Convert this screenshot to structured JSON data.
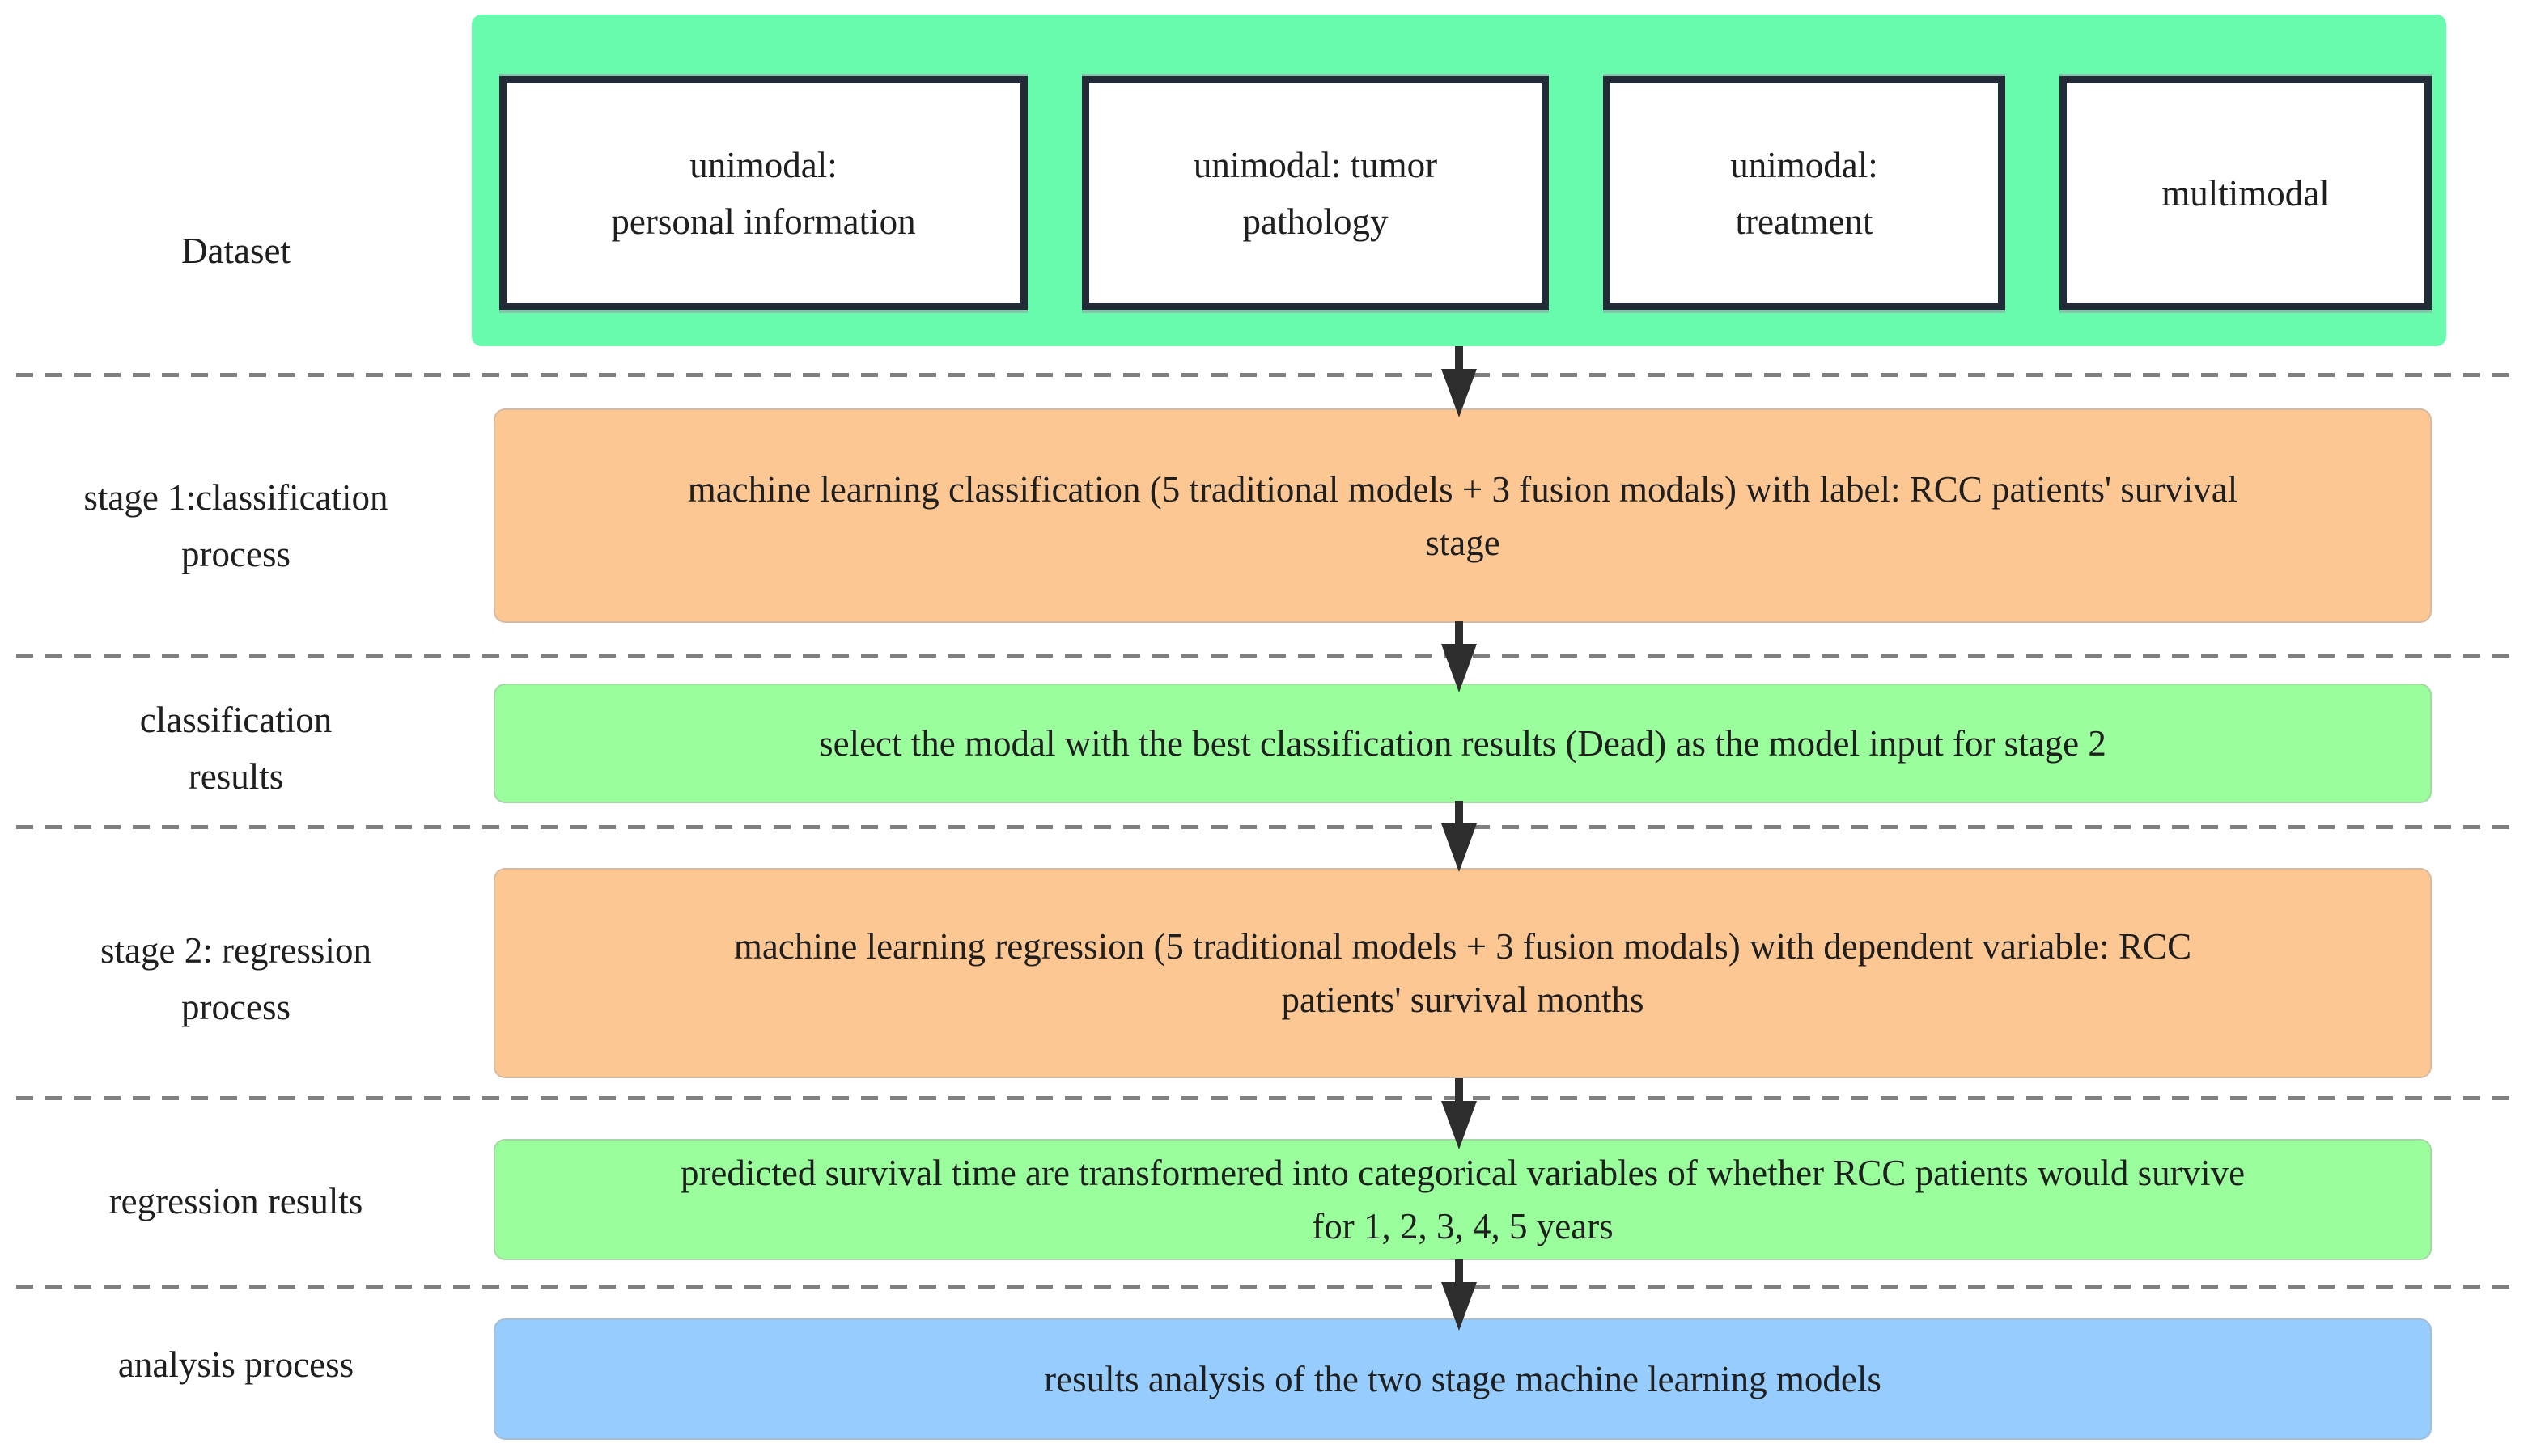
{
  "diagram": {
    "colors": {
      "dataset_container": "#68fbad",
      "dataset_box_border": "#242b38",
      "process_box": "#fdc794",
      "result_box": "#99fe9b",
      "analysis_box": "#97cdfe",
      "arrow": "#2d2d2d",
      "dashed_line": "#7f7f7f",
      "text": "#1f1f1f"
    },
    "labels": [
      {
        "lines": [
          "Dataset"
        ]
      },
      {
        "lines": [
          "stage 1:classification",
          "process"
        ]
      },
      {
        "lines": [
          "classification",
          "results"
        ]
      },
      {
        "lines": [
          "stage 2: regression",
          "process"
        ]
      },
      {
        "lines": [
          "regression results"
        ]
      },
      {
        "lines": [
          "analysis process"
        ]
      }
    ],
    "dataset_boxes": [
      {
        "lines": [
          "unimodal:",
          "personal information"
        ]
      },
      {
        "lines": [
          "unimodal: tumor",
          "pathology"
        ]
      },
      {
        "lines": [
          "unimodal:",
          "treatment"
        ]
      },
      {
        "lines": [
          "multimodal"
        ]
      }
    ],
    "stage1_box": {
      "lines": [
        "machine learning classification (5 traditional models + 3 fusion modals) with label: RCC patients' survival",
        "stage"
      ]
    },
    "classification_results_box": {
      "lines": [
        "select the modal with the best classification results (Dead) as the model input for stage 2"
      ]
    },
    "stage2_box": {
      "lines": [
        "machine learning regression (5 traditional models + 3 fusion modals) with dependent variable: RCC",
        "patients' survival months"
      ]
    },
    "regression_results_box": {
      "lines": [
        "predicted survival time are transformered into categorical variables of whether RCC patients would survive",
        "for 1, 2, 3, 4, 5 years"
      ]
    },
    "analysis_box": {
      "lines": [
        "results analysis of the two stage machine learning models"
      ]
    }
  }
}
